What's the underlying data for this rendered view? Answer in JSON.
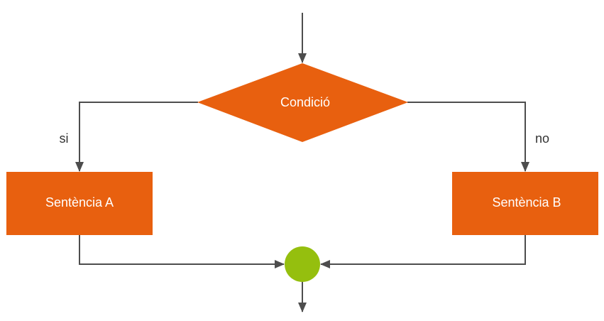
{
  "diagram": {
    "type": "flowchart",
    "colors": {
      "node_fill": "#e8600f",
      "junction_fill": "#95bf0e",
      "edge_stroke": "#4d4d4d",
      "node_text": "#ffffff",
      "edge_label_text": "#333333",
      "background": "#ffffff"
    },
    "nodes": {
      "condition": {
        "shape": "diamond",
        "label": "Condició"
      },
      "statement_a": {
        "shape": "rectangle",
        "label": "Sentència A"
      },
      "statement_b": {
        "shape": "rectangle",
        "label": "Sentència B"
      },
      "junction": {
        "shape": "circle"
      }
    },
    "edges": {
      "yes_label": "si",
      "no_label": "no"
    }
  }
}
